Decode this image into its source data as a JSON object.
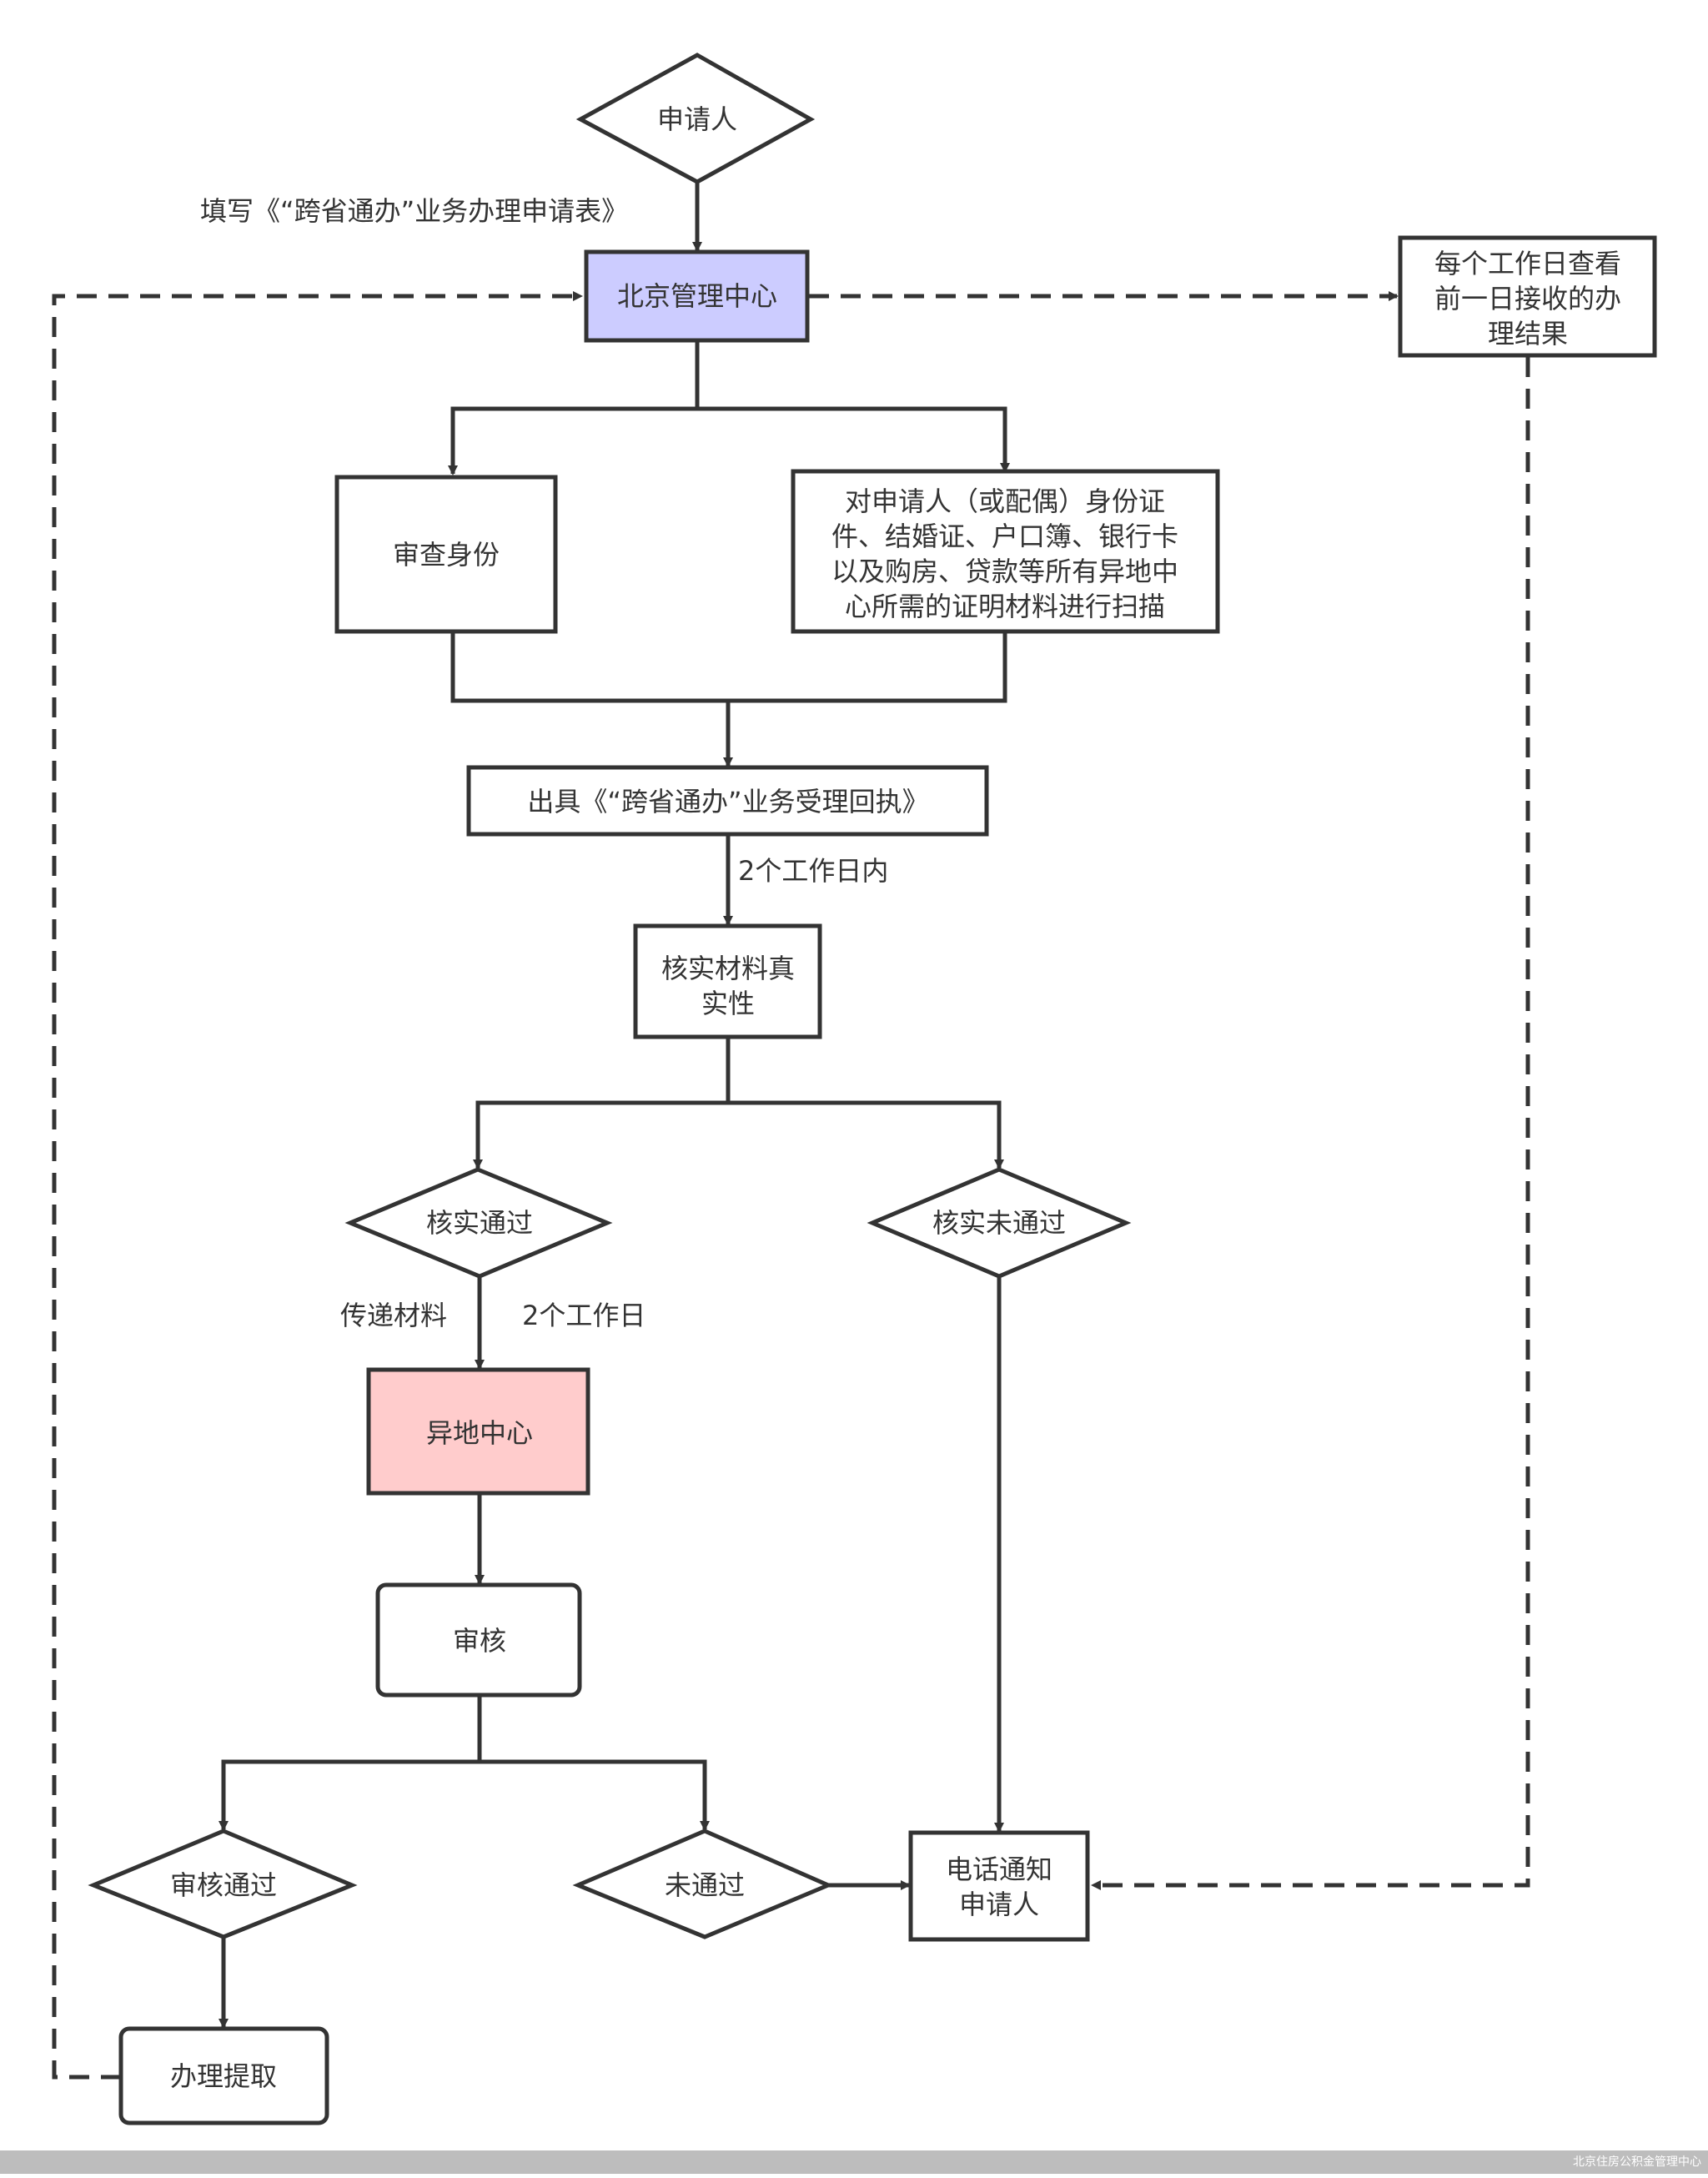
{
  "nodes": {
    "applicant": "申请人",
    "beijing_center": "北京管理中心",
    "daily_check": [
      "每个工作日查看",
      "前一日接收的办",
      "理结果"
    ],
    "verify_identity": "审查身份",
    "scan_materials": [
      "对申请人（或配偶）身份证",
      "件、结婚证、户口簿、银行卡",
      "以及购房、贷款等所有异地中",
      "心所需的证明材料进行扫描"
    ],
    "receipt": "出具《“跨省通办”业务受理回执》",
    "verify_authenticity": [
      "核实材料真",
      "实性"
    ],
    "verified_pass": "核实通过",
    "verified_fail": "核实未通过",
    "remote_center": "异地中心",
    "review": "审核",
    "review_pass": "审核通过",
    "not_pass": "未通过",
    "phone_notify": [
      "电话通知",
      "申请人"
    ],
    "withdraw": "办理提取"
  },
  "labels": {
    "fill_form": "填写《“跨省通办”业务办理申请表》",
    "within_2_days": "2个工作日内",
    "transfer_materials": "传递材料",
    "two_days": "2个工作日"
  },
  "footer": {
    "watermark": "北京住房公积金管理中心"
  },
  "colors": {
    "stroke": "#333333",
    "beijing_fill": "#ccccff",
    "remote_fill": "#ffcccc"
  }
}
